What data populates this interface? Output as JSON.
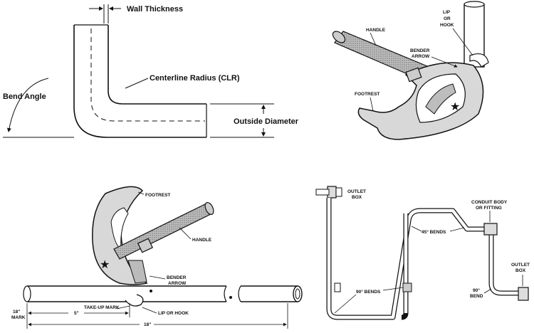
{
  "panel_tl": {
    "wall_thickness": "Wall Thickness",
    "centerline_radius": "Centerline Radius (CLR)",
    "bend_angle": "Bend Angle",
    "outside_diameter": "Outside Diameter"
  },
  "panel_tr": {
    "handle": "HANDLE",
    "lip_or_hook": [
      "LIP",
      "OR",
      "HOOK"
    ],
    "bender_arrow": [
      "BENDER",
      "ARROW"
    ],
    "footrest": "FOOTREST"
  },
  "panel_bl": {
    "footrest": "FOOTREST",
    "handle": "HANDLE",
    "bender_arrow": [
      "BENDER",
      "ARROW"
    ],
    "take_up_mark": "TAKE-UP MARK",
    "lip_or_hook": "LIP OR HOOK",
    "mark_18": [
      "18\"",
      "MARK"
    ],
    "dim_5": "5\"",
    "dim_18": "18\""
  },
  "panel_br": {
    "outlet_box_left": [
      "OUTLET",
      "BOX"
    ],
    "conduit_body": [
      "CONDUIT BODY",
      "OR FITTING"
    ],
    "bends_45": "45° BENDS",
    "bends_90": "90° BENDS",
    "outlet_box_right": [
      "OUTLET",
      "BOX"
    ],
    "bend_90": [
      "90°",
      "BEND"
    ]
  },
  "colors": {
    "ink": "#111111",
    "hatch": "#9a9a9a",
    "paper": "#ffffff"
  }
}
